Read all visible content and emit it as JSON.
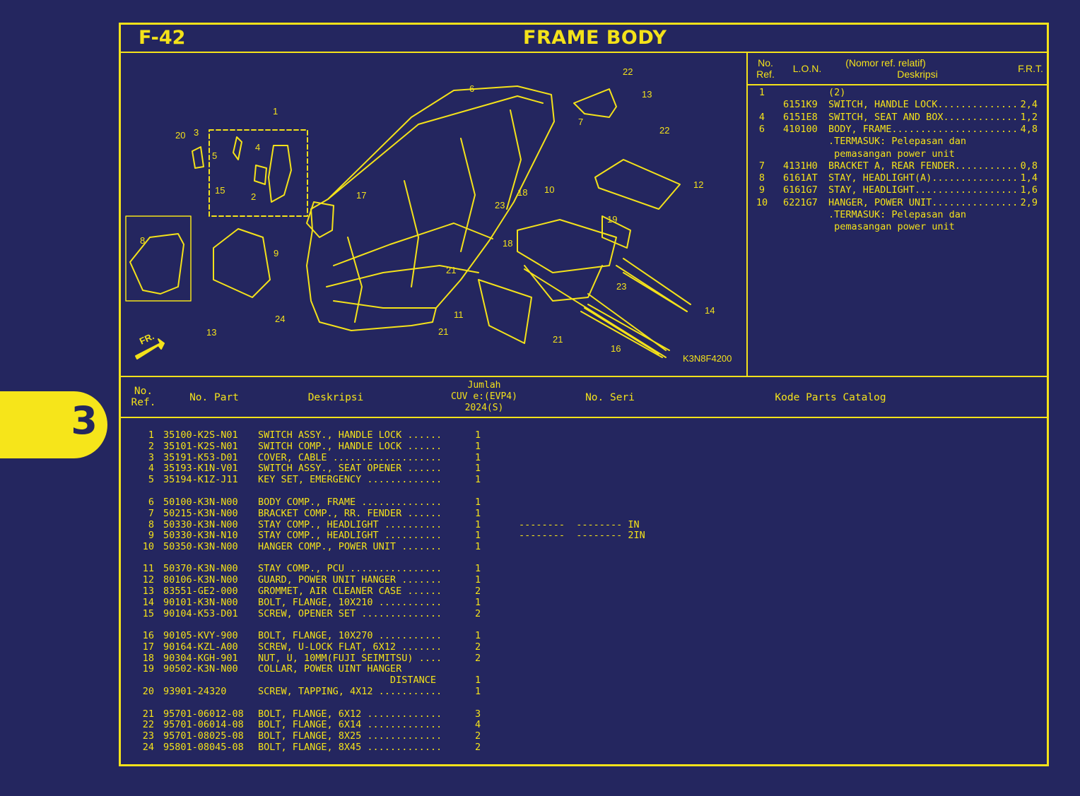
{
  "header": {
    "page_code": "F-42",
    "title": "FRAME BODY"
  },
  "section_tab": "3",
  "diagram": {
    "code": "K3N8F4200",
    "direction_label": "FR.",
    "callouts": [
      "1",
      "2",
      "3",
      "4",
      "5",
      "6",
      "7",
      "8",
      "9",
      "10",
      "11",
      "12",
      "13",
      "13",
      "14",
      "15",
      "16",
      "17",
      "18",
      "18",
      "19",
      "20",
      "21",
      "21",
      "21",
      "22",
      "22",
      "23",
      "23",
      "24"
    ]
  },
  "frt_table": {
    "headers": {
      "no_ref": "No.\nRef.",
      "lon": "L.O.N.",
      "desc_top": "(Nomor ref. relatif)",
      "desc": "Deskripsi",
      "frt": "F.R.T."
    },
    "rows": [
      {
        "ref": "1",
        "lon": "",
        "desc": "(2)",
        "frt": ""
      },
      {
        "ref": "",
        "lon": "6151K9",
        "desc": "SWITCH, HANDLE LOCK..............",
        "frt": "2,4"
      },
      {
        "ref": "4",
        "lon": "6151E8",
        "desc": "SWITCH, SEAT AND BOX.............",
        "frt": "1,2"
      },
      {
        "ref": "6",
        "lon": "410100",
        "desc": "BODY, FRAME......................",
        "frt": "4,8"
      },
      {
        "ref": "",
        "lon": "",
        "desc": ".TERMASUK: Pelepasan dan",
        "frt": ""
      },
      {
        "ref": "",
        "lon": "",
        "desc": " pemasangan power unit",
        "frt": ""
      },
      {
        "ref": "7",
        "lon": "4131H0",
        "desc": "BRACKET A, REAR FENDER...........",
        "frt": "0,8"
      },
      {
        "ref": "8",
        "lon": "6161AT",
        "desc": "STAY, HEADLIGHT(A)...............",
        "frt": "1,4"
      },
      {
        "ref": "9",
        "lon": "6161G7",
        "desc": "STAY, HEADLIGHT..................",
        "frt": "1,6"
      },
      {
        "ref": "10",
        "lon": "6221G7",
        "desc": "HANGER, POWER UNIT...............",
        "frt": "2,9"
      },
      {
        "ref": "",
        "lon": "",
        "desc": ".TERMASUK: Pelepasan dan",
        "frt": ""
      },
      {
        "ref": "",
        "lon": "",
        "desc": " pemasangan power unit",
        "frt": ""
      }
    ]
  },
  "parts_table": {
    "headers": {
      "no_ref": "No.\nRef.",
      "no_part": "No. Part",
      "deskripsi": "Deskripsi",
      "jumlah": "Jumlah\nCUV e:(EVP4)\n2024(S)",
      "no_seri": "No. Seri",
      "kode": "Kode Parts Catalog"
    },
    "rows": [
      {
        "ref": "1",
        "part": "35100-K2S-N01",
        "desc": "SWITCH ASSY., HANDLE LOCK ......",
        "qty": "1",
        "seri": ""
      },
      {
        "ref": "2",
        "part": "35101-K2S-N01",
        "desc": "SWITCH COMP., HANDLE LOCK ......",
        "qty": "1",
        "seri": ""
      },
      {
        "ref": "3",
        "part": "35191-K53-D01",
        "desc": "COVER, CABLE ...................",
        "qty": "1",
        "seri": ""
      },
      {
        "ref": "4",
        "part": "35193-K1N-V01",
        "desc": "SWITCH ASSY., SEAT OPENER ......",
        "qty": "1",
        "seri": ""
      },
      {
        "ref": "5",
        "part": "35194-K1Z-J11",
        "desc": "KEY SET, EMERGENCY .............",
        "qty": "1",
        "seri": ""
      },
      {
        "ref": "6",
        "part": "50100-K3N-N00",
        "desc": "BODY COMP., FRAME ..............",
        "qty": "1",
        "seri": ""
      },
      {
        "ref": "7",
        "part": "50215-K3N-N00",
        "desc": "BRACKET COMP., RR. FENDER ......",
        "qty": "1",
        "seri": ""
      },
      {
        "ref": "8",
        "part": "50330-K3N-N00",
        "desc": "STAY COMP., HEADLIGHT ..........",
        "qty": "1",
        "seri": "--------  -------- IN"
      },
      {
        "ref": "9",
        "part": "50330-K3N-N10",
        "desc": "STAY COMP., HEADLIGHT ..........",
        "qty": "1",
        "seri": "--------  -------- 2IN"
      },
      {
        "ref": "10",
        "part": "50350-K3N-N00",
        "desc": "HANGER COMP., POWER UNIT .......",
        "qty": "1",
        "seri": ""
      },
      {
        "ref": "11",
        "part": "50370-K3N-N00",
        "desc": "STAY COMP., PCU ................",
        "qty": "1",
        "seri": ""
      },
      {
        "ref": "12",
        "part": "80106-K3N-N00",
        "desc": "GUARD, POWER UNIT HANGER .......",
        "qty": "1",
        "seri": ""
      },
      {
        "ref": "13",
        "part": "83551-GE2-000",
        "desc": "GROMMET, AIR CLEANER CASE ......",
        "qty": "2",
        "seri": ""
      },
      {
        "ref": "14",
        "part": "90101-K3N-N00",
        "desc": "BOLT, FLANGE, 10X210 ...........",
        "qty": "1",
        "seri": ""
      },
      {
        "ref": "15",
        "part": "90104-K53-D01",
        "desc": "SCREW, OPENER SET ..............",
        "qty": "2",
        "seri": ""
      },
      {
        "ref": "16",
        "part": "90105-KVY-900",
        "desc": "BOLT, FLANGE, 10X270 ...........",
        "qty": "1",
        "seri": ""
      },
      {
        "ref": "17",
        "part": "90164-KZL-A00",
        "desc": "SCREW, U-LOCK FLAT, 6X12 .......",
        "qty": "2",
        "seri": ""
      },
      {
        "ref": "18",
        "part": "90304-KGH-901",
        "desc": "NUT, U, 10MM(FUJI SEIMITSU) ....",
        "qty": "2",
        "seri": ""
      },
      {
        "ref": "19",
        "part": "90502-K3N-N00",
        "desc": "COLLAR, POWER UINT HANGER",
        "qty": "",
        "seri": ""
      },
      {
        "ref": "",
        "part": "",
        "desc": "                       DISTANCE",
        "qty": "1",
        "seri": ""
      },
      {
        "ref": "20",
        "part": "93901-24320",
        "desc": "SCREW, TAPPING, 4X12 ...........",
        "qty": "1",
        "seri": ""
      },
      {
        "ref": "21",
        "part": "95701-06012-08",
        "desc": "BOLT, FLANGE, 6X12 .............",
        "qty": "3",
        "seri": ""
      },
      {
        "ref": "22",
        "part": "95701-06014-08",
        "desc": "BOLT, FLANGE, 6X14 .............",
        "qty": "4",
        "seri": ""
      },
      {
        "ref": "23",
        "part": "95701-08025-08",
        "desc": "BOLT, FLANGE, 8X25 .............",
        "qty": "2",
        "seri": ""
      },
      {
        "ref": "24",
        "part": "95801-08045-08",
        "desc": "BOLT, FLANGE, 8X45 .............",
        "qty": "2",
        "seri": ""
      }
    ]
  },
  "colors": {
    "background": "#24265f",
    "accent": "#f4e21a",
    "tab": "#f6e51a"
  }
}
